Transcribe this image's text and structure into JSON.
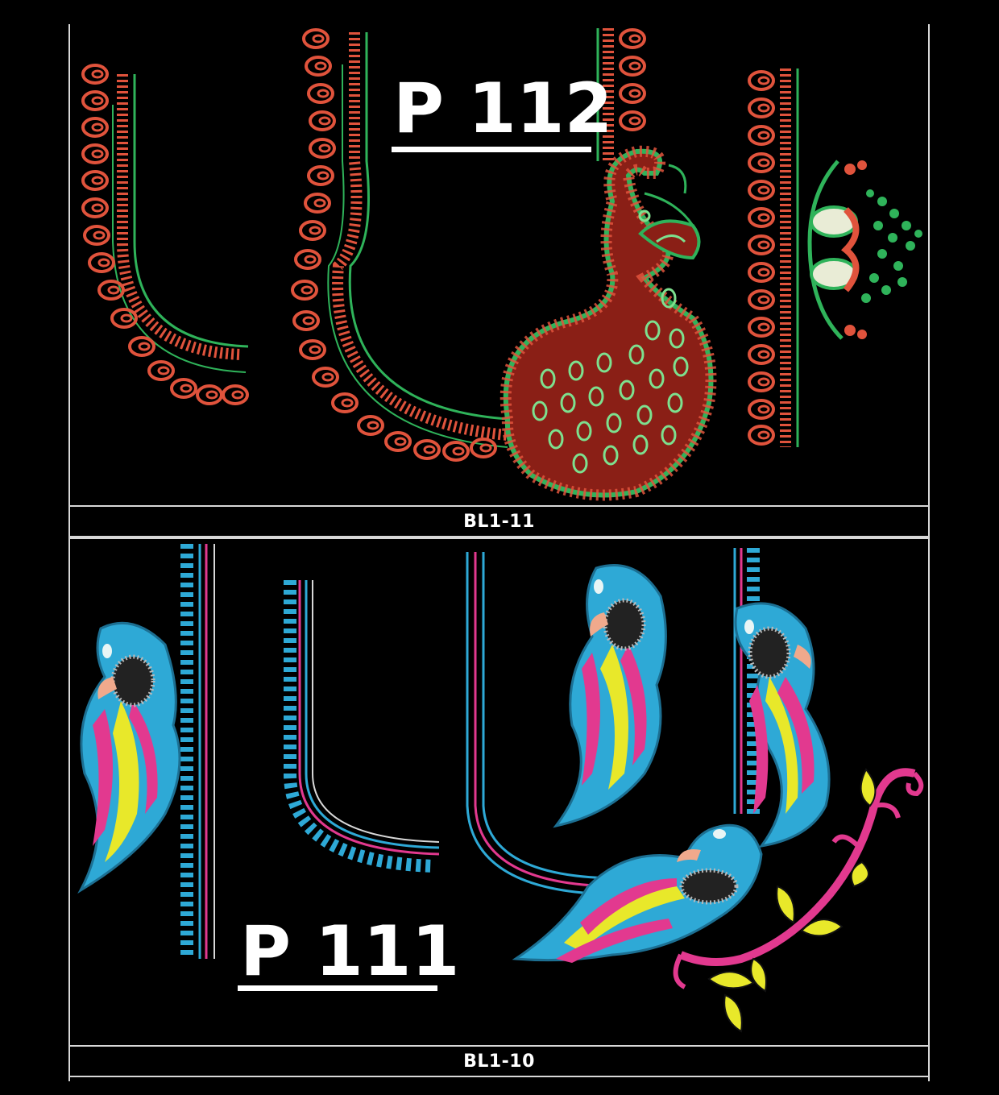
{
  "panels": [
    {
      "code": "P 112",
      "caption": "BL1-11"
    },
    {
      "code": "P 111",
      "caption": "BL1-10"
    }
  ],
  "colors": {
    "background": "#000000",
    "frame": "#d8d8d8",
    "red_thread": "#e0533c",
    "dark_red": "#8a1f16",
    "green_thread": "#2fb35a",
    "light_green": "#8ee39a",
    "cyan_thread": "#2ea9d6",
    "pink_thread": "#e2398f",
    "yellow_thread": "#e8e82a",
    "peach": "#f0a98c",
    "silver": "#b9b9b9"
  },
  "icons": [
    "peacock-motif",
    "paisley-motif",
    "parrot-motif",
    "floral-vine-motif"
  ]
}
